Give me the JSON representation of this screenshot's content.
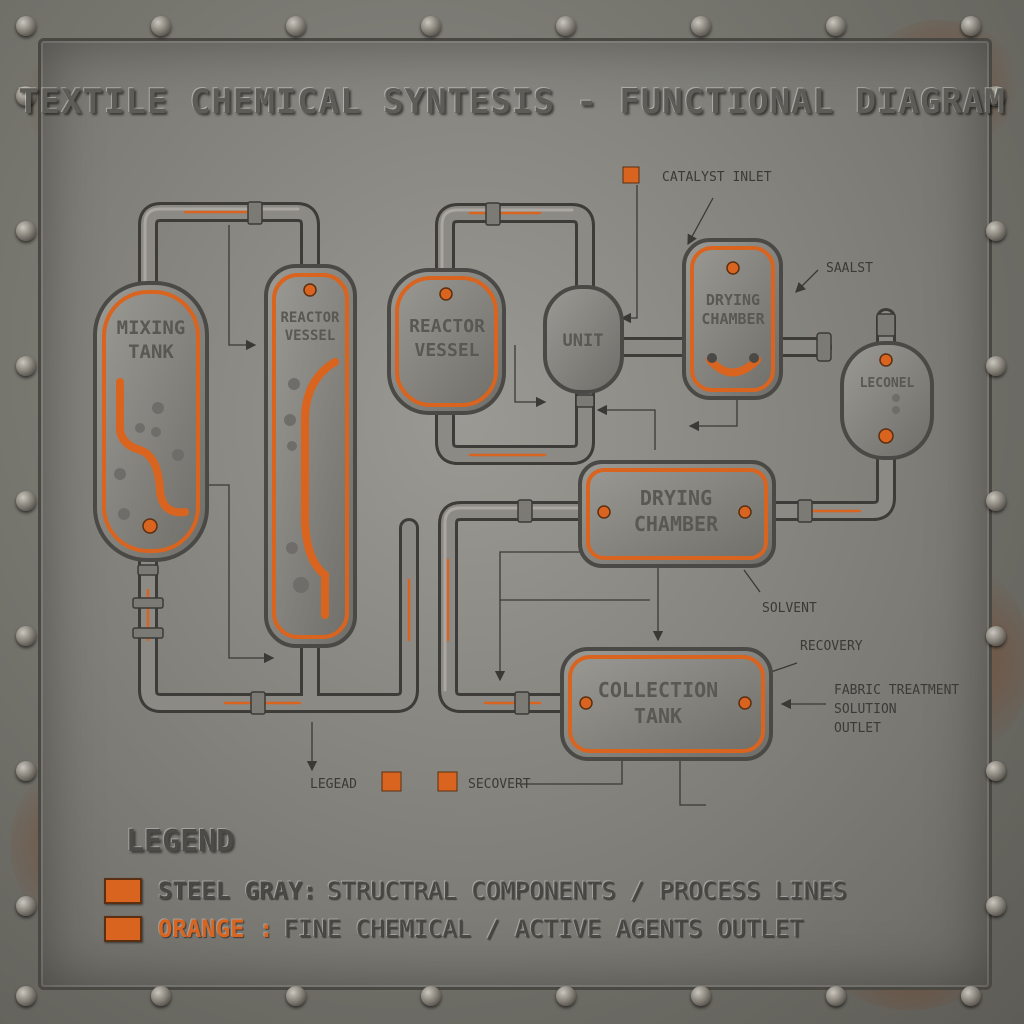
{
  "title": "TEXTILE CHEMICAL SYNTESIS - FUNCTIONAL DIAGRAM",
  "colors": {
    "steel": "#7d7c77",
    "orange": "#d8641f",
    "rust": "#7a3f1e"
  },
  "units": {
    "mixing_tank": {
      "line1": "MIXING",
      "line2": "TANK"
    },
    "reactor_vessel_tall": {
      "line1": "REACTOR",
      "line2": "VESSEL"
    },
    "reactor_vessel": {
      "line1": "REACTOR",
      "line2": "VESSEL"
    },
    "unit": "UNIT",
    "drying_chamber_small": {
      "line1": "DRYING",
      "line2": "CHAMBER"
    },
    "leconel": "LECONEL",
    "drying_chamber": {
      "line1": "DRYING",
      "line2": "CHAMBER"
    },
    "collection_tank": {
      "line1": "COLLECTION",
      "line2": "TANK"
    }
  },
  "callouts": {
    "catalyst_inlet": "CATALYST INLET",
    "saalst": "SAALST",
    "solvent": "SOLVENT",
    "recovery": "RECOVERY",
    "fabric_line1": "FABRIC TREATMENT",
    "fabric_line2": "SOLUTION",
    "fabric_line3": "OUTLET",
    "legend_small": "LEGEAD",
    "secovert": "SECOVERT"
  },
  "legend": {
    "title": "LEGEND",
    "items": [
      {
        "key": "STEEL GRAY:",
        "text": "STRUCTRAL COMPONENTS / PROCESS LINES"
      },
      {
        "key": "ORANGE :",
        "text": "FINE CHEMICAL / ACTIVE AGENTS OUTLET"
      }
    ]
  }
}
